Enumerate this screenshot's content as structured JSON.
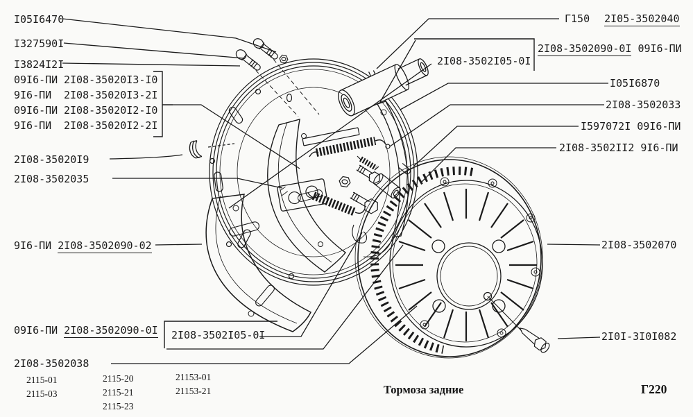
{
  "colors": {
    "ink": "#1b1b1b",
    "paper": "#fafaf8"
  },
  "callouts": {
    "l1": "I05I6470",
    "l2": "I327590I",
    "l3": "I3824I2I",
    "group": [
      {
        "prefix": "09I6-ПИ",
        "num": "2I08-35020I3-I0"
      },
      {
        "prefix": "9I6-ПИ",
        "num": "2I08-35020I3-2I"
      },
      {
        "prefix": "09I6-ПИ",
        "num": "2I08-35020I2-I0"
      },
      {
        "prefix": "9I6-ПИ",
        "num": "2I08-35020I2-2I"
      }
    ],
    "l5": "2I08-35020I9",
    "l6": "2I08-3502035",
    "l7": {
      "prefix": "9I6-ПИ",
      "num": "2I08-3502090-02"
    },
    "l8": {
      "prefix": "09I6-ПИ",
      "num": "2I08-3502090-0I"
    },
    "box_bottom": "2I08-3502I05-0I",
    "l9": "2I08-3502038",
    "r0": {
      "prefix": "Г150",
      "num": "2I05-3502040"
    },
    "box_top": "2I08-3502I05-0I",
    "r1": {
      "num": "2I08-3502090-0I",
      "suffix": "09I6-ПИ"
    },
    "r2": "I05I6870",
    "r3": "2I08-3502033",
    "r4": {
      "num": "I597072I",
      "suffix": "09I6-ПИ"
    },
    "r5": {
      "num": "2I08-3502II2",
      "suffix": "9I6-ПИ"
    },
    "r6": "2I08-3502070",
    "r7": "2I0I-3I0I082"
  },
  "footer": {
    "caption": "Тормоза задние",
    "code": "Г220",
    "models": [
      [
        "2115-01",
        "2115-03"
      ],
      [
        "2115-20",
        "2115-21",
        "2115-23"
      ],
      [
        "21153-01",
        "21153-21"
      ]
    ]
  }
}
